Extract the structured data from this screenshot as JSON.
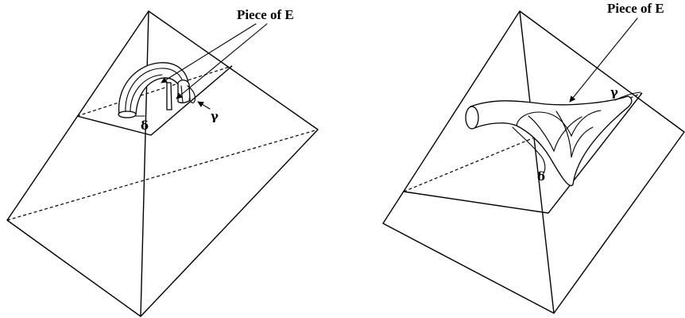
{
  "left_panel": {
    "piece_label": "Piece of E",
    "gamma_label": "γ",
    "delta_label": "δ"
  },
  "right_panel": {
    "piece_label": "Piece of E",
    "gamma_label": "γ",
    "delta_label": "δ"
  }
}
